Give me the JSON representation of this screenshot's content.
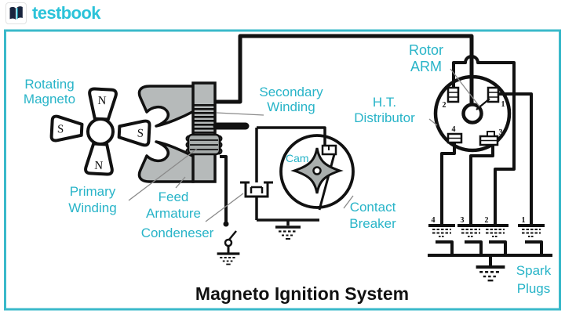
{
  "brand": {
    "name": "testbook"
  },
  "diagram": {
    "title": "Magneto Ignition System",
    "labels": {
      "rotating_magneto": {
        "line1": "Rotating",
        "line2": "Magneto"
      },
      "secondary_winding": {
        "line1": "Secondary",
        "line2": "Winding"
      },
      "primary_winding": {
        "line1": "Primary",
        "line2": "Winding"
      },
      "feed_armature": {
        "line1": "Feed",
        "line2": "Armature"
      },
      "condenser": "Condeneser",
      "contact_breaker": {
        "line1": "Contact",
        "line2": "Breaker"
      },
      "cam": "Cam",
      "ht_distributor": {
        "line1": "H.T.",
        "line2": "Distributor"
      },
      "rotor_arm": {
        "line1": "Rotor",
        "line2": "ARM"
      },
      "spark_plugs": {
        "line1": "Spark",
        "line2": "Plugs"
      }
    },
    "magnet_poles": {
      "top": "N",
      "right": "S",
      "bottom": "N",
      "left": "S"
    },
    "distributor_terminals": {
      "t1": "1",
      "t2": "2",
      "t3": "3",
      "t4": "4"
    },
    "spark_plug_numbers": {
      "p4": "4",
      "p3": "3",
      "p2": "2",
      "p1": "1"
    },
    "colors": {
      "accent_text": "#28b4c8",
      "logo": "#2bc3d9",
      "frame": "#3ab9ca",
      "metal_gray": "#b6baba",
      "line": "#111111"
    }
  }
}
